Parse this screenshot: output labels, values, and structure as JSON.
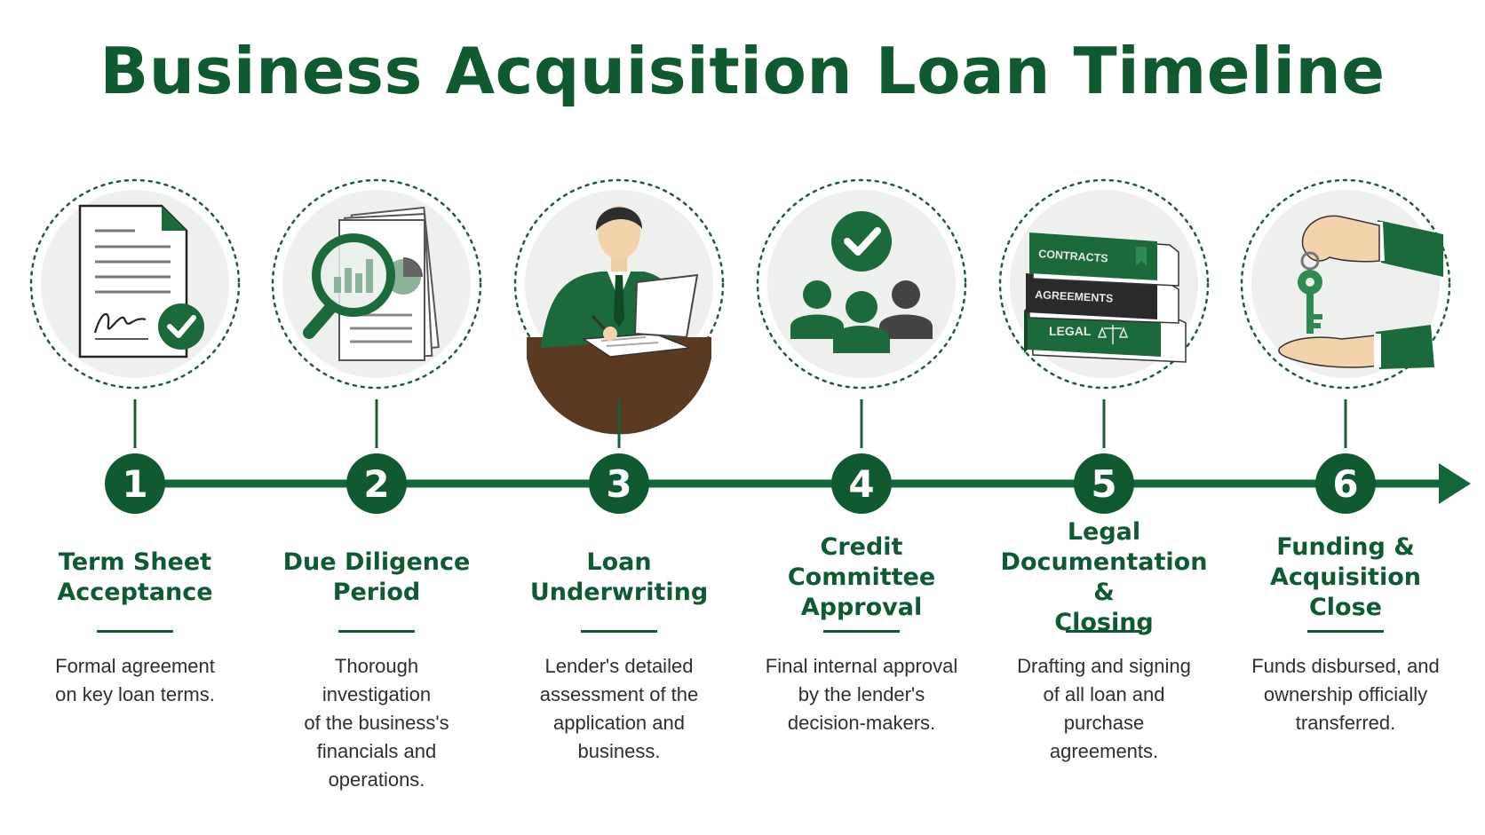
{
  "title": "Business Acquisition Loan Timeline",
  "colors": {
    "primary": "#0f5a30",
    "arrow": "#11663a",
    "icon_bg": "#eef0ee",
    "text": "#2f2f2f"
  },
  "steps": [
    {
      "number": "1",
      "title": "Term Sheet\nAcceptance",
      "description": "Formal agreement\non key loan terms.",
      "icon": "signed-document-icon"
    },
    {
      "number": "2",
      "title": "Due Diligence\nPeriod",
      "description": "Thorough investigation\nof the business's\nfinancials and\noperations.",
      "icon": "magnifying-glass-report-icon"
    },
    {
      "number": "3",
      "title": "Loan\nUnderwriting",
      "description": "Lender's detailed\nassessment of the\napplication and\nbusiness.",
      "icon": "underwriter-person-icon"
    },
    {
      "number": "4",
      "title": "Credit Committee\nApproval",
      "description": "Final internal approval\nby the lender's\ndecision-makers.",
      "icon": "committee-approval-icon"
    },
    {
      "number": "5",
      "title": "Legal\nDocumentation &\nClosing",
      "description": "Drafting and signing\nof all loan and\npurchase\nagreements.",
      "icon": "legal-books-icon",
      "book_labels": [
        "CONTRACTS",
        "AGREEMENTS",
        "LEGAL"
      ]
    },
    {
      "number": "6",
      "title": "Funding &\nAcquisition Close",
      "description": "Funds disbursed, and\nownership officially\ntransferred.",
      "icon": "key-handover-icon"
    }
  ]
}
